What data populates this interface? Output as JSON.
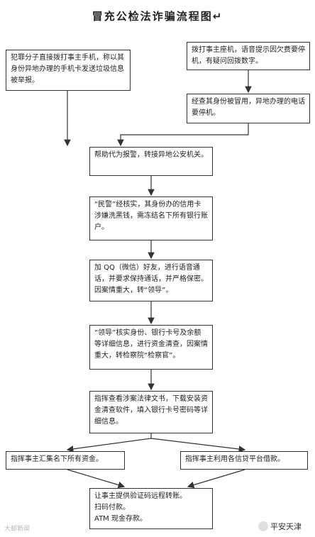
{
  "title": "冒充公检法诈骗流程图↵",
  "nodes": [
    {
      "id": "n1",
      "text": "犯罪分子直接拨打事主手机，称以其身份异地办理的手机卡发送垃圾信息被举报。"
    },
    {
      "id": "n2",
      "text": "拨打事主座机，语音提示因欠费要停机，有疑问回拨数字。"
    },
    {
      "id": "n3",
      "text": "经查其身份被冒用，异地办理的电话要停机。"
    },
    {
      "id": "n4",
      "text": "帮助代为报警，转接异地公安机关。"
    },
    {
      "id": "n5",
      "text": "“民警”经核实，其身份办的信用卡涉嫌洗黑钱，需冻结名下所有银行账户。"
    },
    {
      "id": "n6",
      "text": "加 QQ（微信）好友，进行语音通话，并要求保持通话，并严格保密。因案情重大，转“领导”。"
    },
    {
      "id": "n7",
      "text": "“领导”核实身份、银行卡号及余额等详细信息，进行资金清查，因案情重大，转检察院“检察官”。"
    },
    {
      "id": "n8",
      "text": "指挥查看涉案法律文书，下载安装资金清查软件，填入银行卡号密码等详细信息。"
    },
    {
      "id": "n9",
      "text": "指挥事主汇集名下所有资金。"
    },
    {
      "id": "n10",
      "text": "指挥事主利用各信贷平台借款。"
    },
    {
      "id": "n11",
      "text": "让事主提供验证码远程转账。\n扫码付款。\nATM 现金存款。"
    }
  ],
  "watermark": {
    "left": "大邮新闻",
    "right": "平安天津"
  },
  "colors": {
    "border": "#333333",
    "arrow": "#333333",
    "watermark": "#b8b8b8"
  }
}
